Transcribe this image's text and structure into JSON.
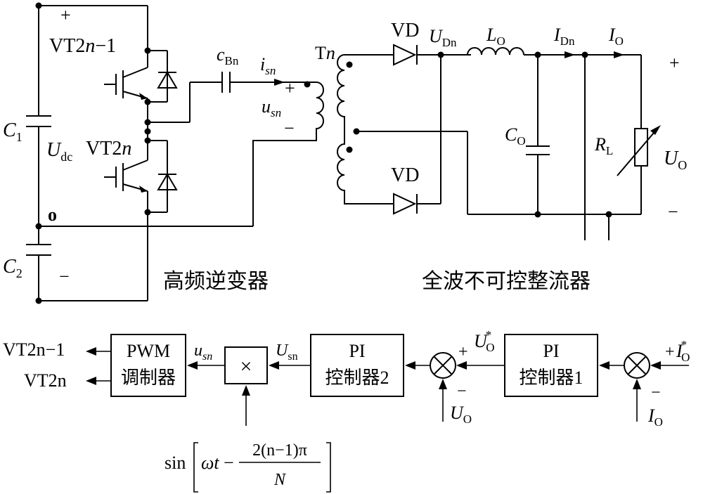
{
  "circuit": {
    "plus_top": "+",
    "minus_bottom": "−",
    "vt_upper": "VT2",
    "vt_lower": "VT2",
    "vt_upper_suffix": "−1",
    "n_italic": "n",
    "c1": "C",
    "c1_sub": "1",
    "c2": "C",
    "c2_sub": "2",
    "udc": "U",
    "udc_sub": "dc",
    "node_o": "o",
    "cbn": "c",
    "cbn_sub": "Bn",
    "isn": "i",
    "isn_sub": "sn",
    "usn": "u",
    "usn_sub": "sn",
    "usn_plus": "+",
    "usn_minus": "−",
    "tn": "T",
    "tn_sub": "n",
    "vd_top": "VD",
    "vd_bottom": "VD",
    "udn": "U",
    "udn_sub": "Dn",
    "lo": "L",
    "lo_sub": "O",
    "idn": "I",
    "idn_sub": "Dn",
    "io": "I",
    "io_sub": "O",
    "co": "C",
    "co_sub": "O",
    "rl": "R",
    "rl_sub": "L",
    "uo": "U",
    "uo_sub": "O",
    "uo_plus": "+",
    "uo_minus": "−",
    "inverter_label": "高频逆变器",
    "rectifier_label": "全波不可控整流器"
  },
  "control": {
    "out_upper": "VT2n−1",
    "out_lower": "VT2n",
    "pwm_line1": "PWM",
    "pwm_line2": "调制器",
    "usn_lower": "u",
    "usn_lower_sub": "sn",
    "multiplier": "×",
    "usn_upper": "U",
    "usn_upper_sub": "sn",
    "pi2_line1": "PI",
    "pi2_line2": "控制器2",
    "sum_plus": "+",
    "sum_minus": "−",
    "uo_ref": "U",
    "uo_ref_sub": "O",
    "uo_ref_sup": "*",
    "uo_fb": "U",
    "uo_fb_sub": "O",
    "pi1_line1": "PI",
    "pi1_line2": "控制器1",
    "io_ref_plus": "+",
    "io_ref": "I",
    "io_ref_sub": "O",
    "io_ref_sup": "*",
    "io_fb_minus": "−",
    "io_fb": "I",
    "io_fb_sub": "O",
    "sin_word": "sin",
    "omega_t": "ωt",
    "minus": "−",
    "numerator": "2(n−1)π",
    "denominator": "N"
  }
}
